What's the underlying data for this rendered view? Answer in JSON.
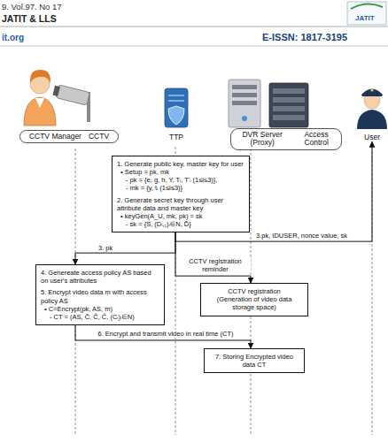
{
  "diagram": {
    "nodes": [
      {
        "text": [
          "CCTV Manager",
          "CCTV"
        ]
      },
      {
        "text": [
          "TTP"
        ]
      },
      {
        "text": [
          "DVR Server (Proxy)",
          "Access Control"
        ]
      },
      {
        "text": [
          "User"
        ]
      },
      {
        "text": [
          "1. Generate public key, master key for user",
          "• Setup = pk, mk",
          "- pk = {e, g, h, Y, Tᵢ, T'ᵢ (1≤i≤3)},",
          "- mk = {y, tᵢ (1≤i≤3)}",
          "2. Generate secret key through user attribute data and master key",
          "• keyGen(A_U, mk, pk) = sk",
          "- sk = {S, (Dᵢ,₁)ᵢ∈N, D̂}"
        ]
      },
      {
        "text": [
          "4. Genereate access policy AS based on user's attributes",
          "5. Encrypt video data m with access policy AS",
          "• C=Encrypt(pk, AS, m)",
          "- CT = (AS, C̃, Ĉ, Ĉ, (Cᵢ)ᵢ∈N)"
        ]
      },
      {
        "text": [
          "CCTV registration",
          "(Generation of video data storage space)"
        ]
      },
      {
        "text": [
          "7. Storing Encrypted video data CT"
        ]
      }
    ],
    "edges": [
      {
        "from": 4,
        "to": 5,
        "label": "3. pk",
        "arrow": "to"
      },
      {
        "from": 4,
        "to": 3,
        "label": "3.pk, IDUSER, nonce value, sk",
        "arrow": "to"
      },
      {
        "from": 4,
        "to": 6,
        "label": "CCTV registration reminder",
        "arrow": "to"
      },
      {
        "from": 5,
        "to": 7,
        "label": "6. Encrypt and transmit video in real time (CT)",
        "arrow": "to"
      }
    ],
    "labels": [
      "9. Vol.97. No 17",
      "JATIT & LLS",
      "it.org",
      "E-ISSN: 1817-3195",
      "JATIT"
    ]
  }
}
